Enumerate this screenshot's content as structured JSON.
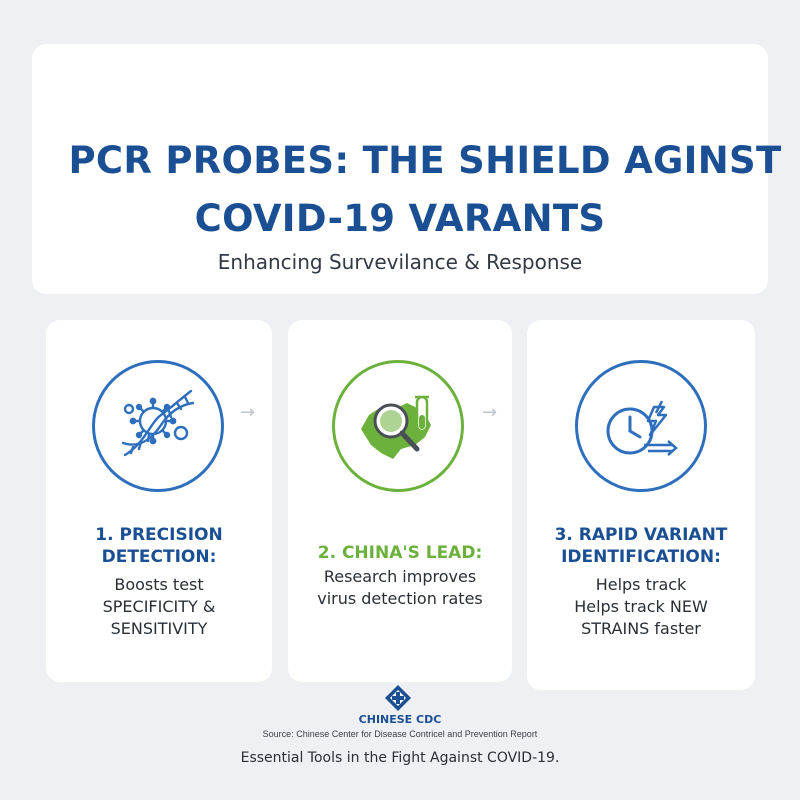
{
  "header": {
    "title_line1": "PCR PROBES: THE SHIELD AGINST",
    "title_line2": "COVID-19 VARANTS",
    "subtitle": "Enhancing Survevilance & Response"
  },
  "cards": [
    {
      "icon": "dna-virus-icon",
      "title": [
        "1. PRECISION",
        "DETECTION:"
      ],
      "body": [
        "Boosts test",
        "SPECIFICITY &",
        "SENSITIVITY"
      ],
      "accent": "#2e6fbd"
    },
    {
      "icon": "map-magnifier-test-tube-icon",
      "title": [
        "2. CHINA'S LEAD:"
      ],
      "body": [
        "Research improves",
        "virus detection rates"
      ],
      "accent": "#6bb13c"
    },
    {
      "icon": "clock-lightning-arrow-icon",
      "title": [
        "3. RAPID VARIANT",
        "IDENTIFICATION:"
      ],
      "body": [
        "Helps track",
        "Helps track NEW",
        "STRAINS faster"
      ],
      "accent": "#2e6fbd"
    }
  ],
  "arrows": [
    "→",
    "→"
  ],
  "org": {
    "logo": "chinese-cdc-logo",
    "name": "CHINESE CDC",
    "source": "Source: Chinese Center for Disease Contricel and Prevention Report"
  },
  "footer": "Essential Tools in the Fight Against COVID-19."
}
